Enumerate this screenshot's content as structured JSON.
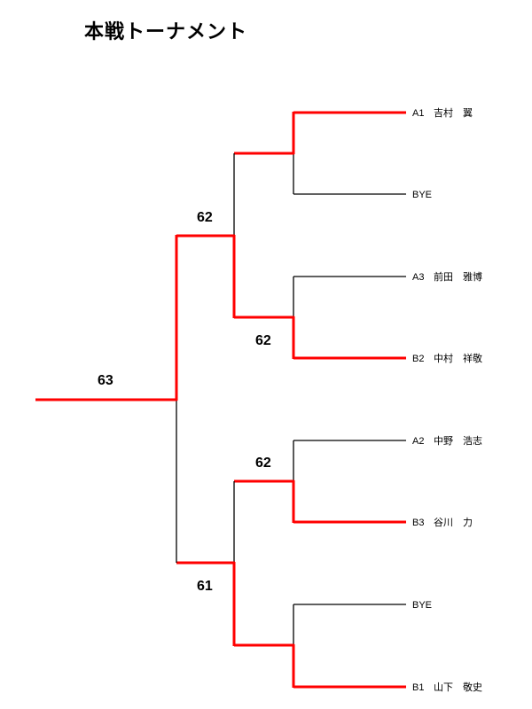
{
  "title": "本戦トーナメント",
  "colors": {
    "winner_line": "#ff0000",
    "line": "#000000"
  },
  "entries": [
    {
      "seed": "A1",
      "name": "吉村　翼"
    },
    {
      "seed": "BYE",
      "name": ""
    },
    {
      "seed": "A3",
      "name": "前田　雅博"
    },
    {
      "seed": "B2",
      "name": "中村　祥敬"
    },
    {
      "seed": "A2",
      "name": "中野　浩志"
    },
    {
      "seed": "B3",
      "name": "谷川　力"
    },
    {
      "seed": "BYE",
      "name": ""
    },
    {
      "seed": "B1",
      "name": "山下　敬史"
    }
  ],
  "scores": {
    "semi_top": "62",
    "qf2": "62",
    "final": "63",
    "qf3": "62",
    "semi_bottom": "61"
  }
}
